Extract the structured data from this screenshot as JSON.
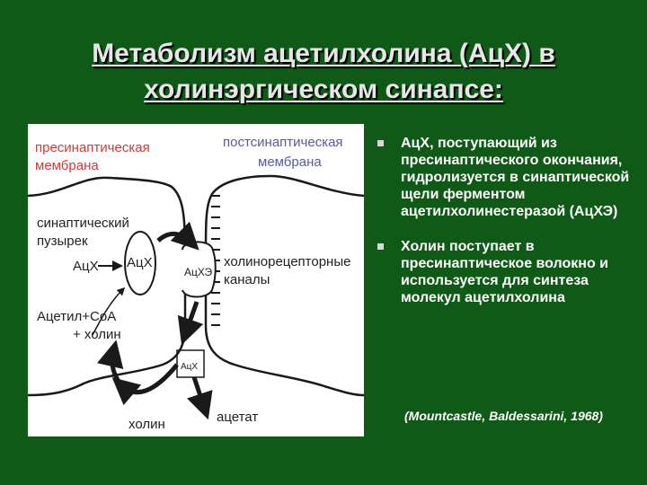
{
  "title": {
    "line1": "Метаболизм ацетилхолина (АцХ) в",
    "line2": "холинэргическом синапсе:"
  },
  "diagram": {
    "labels": {
      "presynaptic_1": "пресинаптическая",
      "presynaptic_2": "мембрана",
      "postsynaptic_1": "постсинаптическая",
      "postsynaptic_2": "мембрана",
      "vesicle_1": "синаптический",
      "vesicle_2": "пузырек",
      "ach_left": "АцХ",
      "ach_in_vesicle": "АцХ",
      "ache": "АцХЭ",
      "receptor_1": "холинорецепторные",
      "receptor_2": "каналы",
      "acetylcoa_1": "Ацетил+CoA",
      "acetylcoa_2": "+ холин",
      "ach_box": "АцХ",
      "choline": "холин",
      "acetate": "ацетат"
    },
    "colors": {
      "outline": "#1a1a1a",
      "red_text": "#d23a3a",
      "background": "#ffffff"
    }
  },
  "bullets": [
    "АцХ, поступающий из пресинаптического окончания, гидролизуется в синаптической щели ферментом ацетилхолинестеразой (АцХЭ)",
    "Холин поступает в пресинаптическое волокно и используется для синтеза молекул ацетилхолина"
  ],
  "citation": "(Mountcastle, Baldessarini, 1968)"
}
